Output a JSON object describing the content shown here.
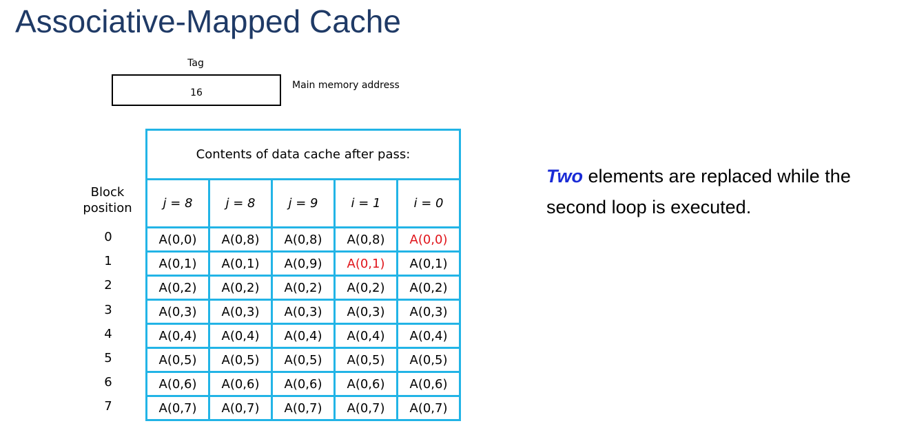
{
  "title": "Associative-Mapped Cache",
  "address": {
    "field_label": "Tag",
    "field_bits": "16",
    "caption": "Main memory address"
  },
  "table": {
    "row_header": "Block\nposition",
    "header": "Contents of data cache after pass:",
    "columns": [
      "j = 8",
      "j = 8",
      "j = 9",
      "i = 1",
      "i = 0"
    ],
    "rows": [
      {
        "pos": "0",
        "cells": [
          "A(0,0)",
          "A(0,8)",
          "A(0,8)",
          "A(0,8)",
          "A(0,0)"
        ]
      },
      {
        "pos": "1",
        "cells": [
          "A(0,1)",
          "A(0,1)",
          "A(0,9)",
          "A(0,1)",
          "A(0,1)"
        ]
      },
      {
        "pos": "2",
        "cells": [
          "A(0,2)",
          "A(0,2)",
          "A(0,2)",
          "A(0,2)",
          "A(0,2)"
        ]
      },
      {
        "pos": "3",
        "cells": [
          "A(0,3)",
          "A(0,3)",
          "A(0,3)",
          "A(0,3)",
          "A(0,3)"
        ]
      },
      {
        "pos": "4",
        "cells": [
          "A(0,4)",
          "A(0,4)",
          "A(0,4)",
          "A(0,4)",
          "A(0,4)"
        ]
      },
      {
        "pos": "5",
        "cells": [
          "A(0,5)",
          "A(0,5)",
          "A(0,5)",
          "A(0,5)",
          "A(0,5)"
        ]
      },
      {
        "pos": "6",
        "cells": [
          "A(0,6)",
          "A(0,6)",
          "A(0,6)",
          "A(0,6)",
          "A(0,6)"
        ]
      },
      {
        "pos": "7",
        "cells": [
          "A(0,7)",
          "A(0,7)",
          "A(0,7)",
          "A(0,7)",
          "A(0,7)"
        ]
      }
    ],
    "highlight_color": "#e0141a",
    "highlighted": [
      [
        0,
        4
      ],
      [
        1,
        3
      ]
    ],
    "border_color": "#22b4e6"
  },
  "note": {
    "emphasis": "Two",
    "text": " elements are replaced while the second loop is executed.",
    "emphasis_color": "#1a2bd6"
  },
  "title_color": "#1f3a66"
}
